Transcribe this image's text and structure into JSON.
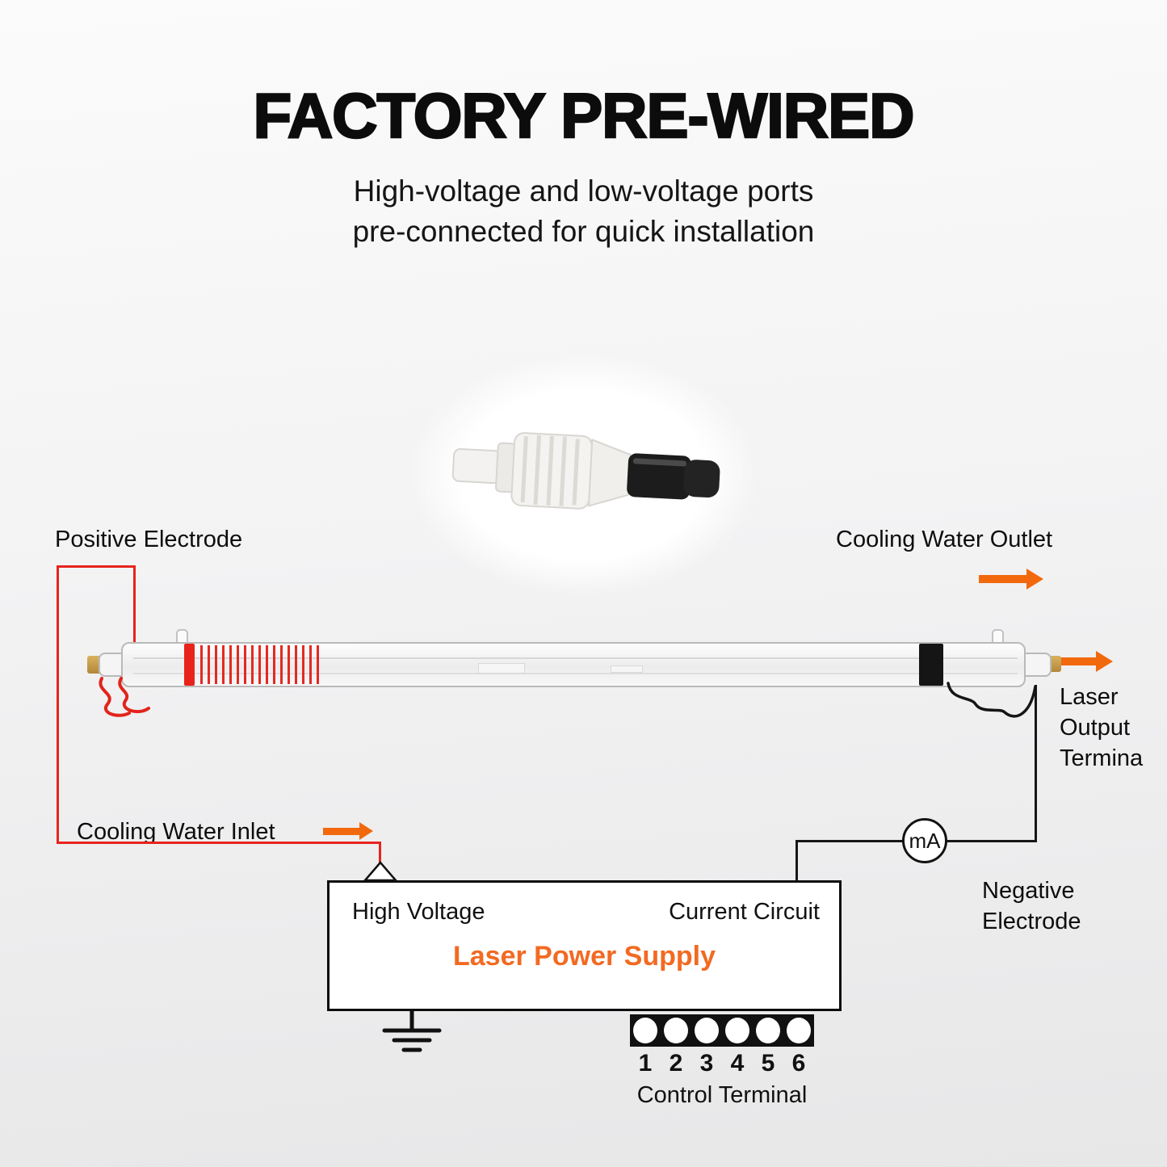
{
  "header": {
    "title": "FACTORY PRE-WIRED",
    "subtitle_line1": "High-voltage and low-voltage ports",
    "subtitle_line2": "pre-connected for quick installation"
  },
  "labels": {
    "positive_electrode": "Positive Electrode",
    "cooling_water_outlet": "Cooling Water Outlet",
    "cooling_water_inlet": "Cooling Water Inlet",
    "laser_output": [
      "Laser",
      "Output",
      "Termina"
    ],
    "negative_electrode": [
      "Negative",
      "Electrode"
    ],
    "ammeter": "mA"
  },
  "power_supply": {
    "high_voltage_label": "High Voltage",
    "current_circuit_label": "Current Circuit",
    "name": "Laser Power Supply",
    "terminal_numbers": [
      "1",
      "2",
      "3",
      "4",
      "5",
      "6"
    ],
    "control_terminal_label": "Control Terminal"
  },
  "colors": {
    "accent_orange": "#f2690d",
    "wire_red": "#e8231c",
    "wire_black": "#161616",
    "power_supply_title_orange": "#f26a22"
  }
}
